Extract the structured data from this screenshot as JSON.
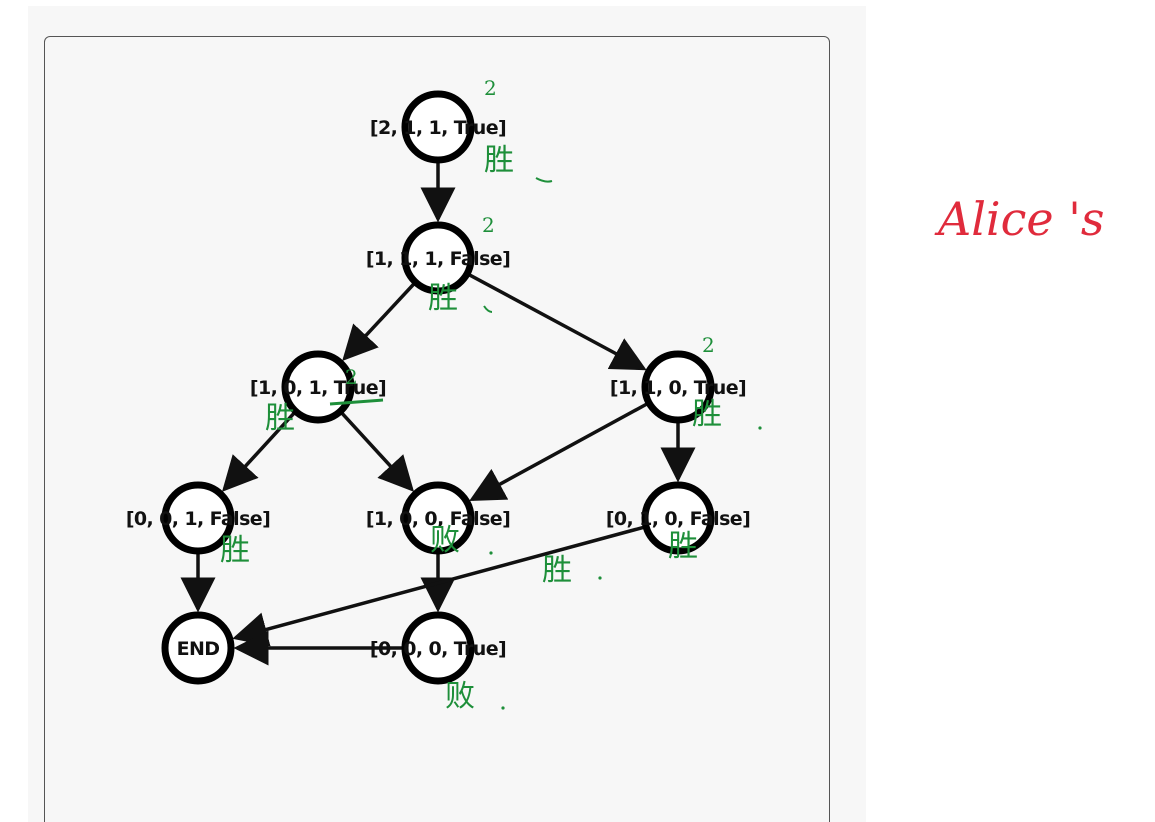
{
  "colors": {
    "node_stroke": "#000000",
    "edge": "#111111",
    "annotation_green": "#1e8f3a",
    "annotation_red": "#e02b3c",
    "panel_bg": "#f7f7f7"
  },
  "nodes": [
    {
      "id": "n0",
      "label": "[2, 1, 1, True]"
    },
    {
      "id": "n1",
      "label": "[1, 1, 1, False]"
    },
    {
      "id": "n2",
      "label": "[1, 0, 1, True]"
    },
    {
      "id": "n3",
      "label": "[1, 1, 0, True]"
    },
    {
      "id": "n4",
      "label": "[0, 0, 1, False]"
    },
    {
      "id": "n5",
      "label": "[1, 0, 0, False]"
    },
    {
      "id": "n6",
      "label": "[0, 1, 0, False]"
    },
    {
      "id": "n7",
      "label": "END"
    },
    {
      "id": "n8",
      "label": "[0, 0, 0, True]"
    }
  ],
  "edges": [
    {
      "from": "n0",
      "to": "n1"
    },
    {
      "from": "n1",
      "to": "n2"
    },
    {
      "from": "n1",
      "to": "n3"
    },
    {
      "from": "n2",
      "to": "n4"
    },
    {
      "from": "n2",
      "to": "n5"
    },
    {
      "from": "n3",
      "to": "n5"
    },
    {
      "from": "n3",
      "to": "n6"
    },
    {
      "from": "n4",
      "to": "n7"
    },
    {
      "from": "n5",
      "to": "n8"
    },
    {
      "from": "n6",
      "to": "n7"
    },
    {
      "from": "n8",
      "to": "n7"
    }
  ],
  "annotations": {
    "win": "胜",
    "lose": "败",
    "two": "2",
    "title_red": "Alice 's"
  }
}
